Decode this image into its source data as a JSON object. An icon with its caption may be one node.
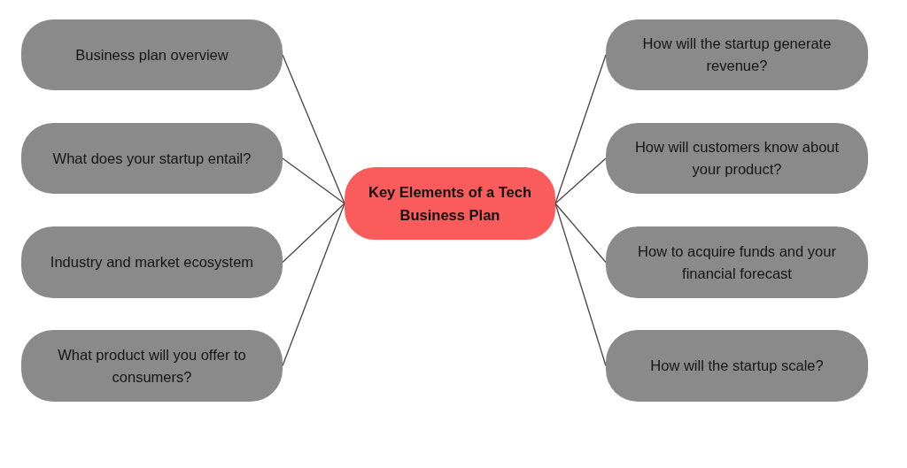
{
  "diagram": {
    "nodes": [
      {
        "text": [
          "Key Elements of a Tech Business Plan"
        ]
      },
      {
        "text": [
          "Business plan overview"
        ]
      },
      {
        "text": [
          "What does your startup entail?"
        ]
      },
      {
        "text": [
          "Industry and market ecosystem"
        ]
      },
      {
        "text": [
          "What product will you offer to consumers?"
        ]
      },
      {
        "text": [
          "How will the startup generate revenue?"
        ]
      },
      {
        "text": [
          "How will customers know about your product?"
        ]
      },
      {
        "text": [
          "How to acquire funds and your financial forecast"
        ]
      },
      {
        "text": [
          "How will the startup scale?"
        ]
      }
    ],
    "edges": [
      {
        "from": 0,
        "to": 1,
        "arrow": "none"
      },
      {
        "from": 0,
        "to": 2,
        "arrow": "none"
      },
      {
        "from": 0,
        "to": 3,
        "arrow": "none"
      },
      {
        "from": 0,
        "to": 4,
        "arrow": "none"
      },
      {
        "from": 0,
        "to": 5,
        "arrow": "none"
      },
      {
        "from": 0,
        "to": 6,
        "arrow": "none"
      },
      {
        "from": 0,
        "to": 7,
        "arrow": "none"
      },
      {
        "from": 0,
        "to": 8,
        "arrow": "none"
      }
    ]
  }
}
